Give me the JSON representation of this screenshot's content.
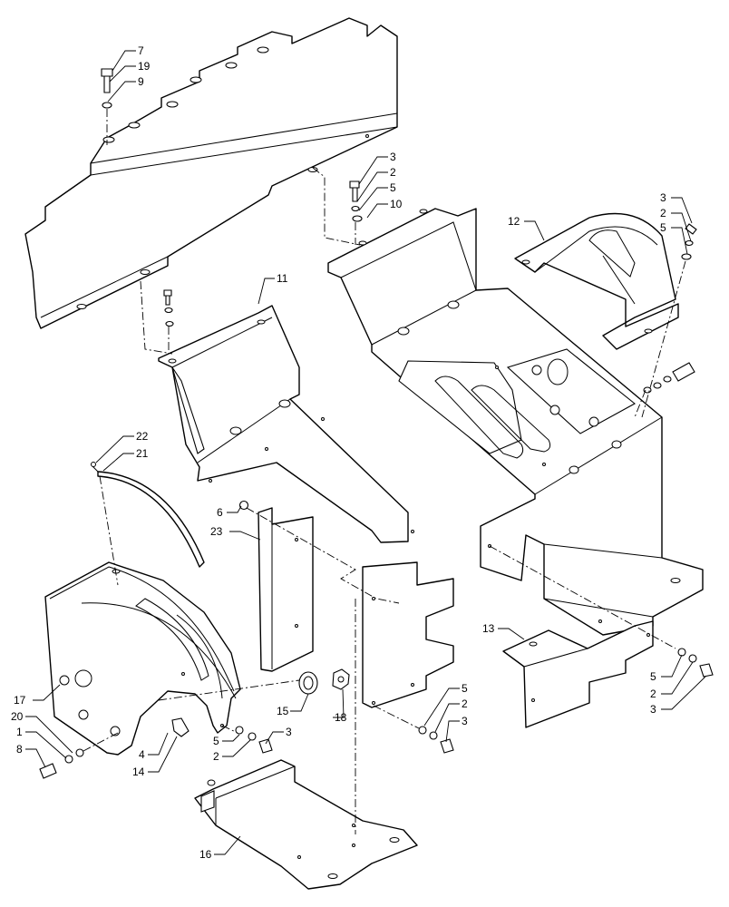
{
  "diagram": {
    "callouts": {
      "c7": "7",
      "c19": "19",
      "c9": "9",
      "c3a": "3",
      "c2a": "2",
      "c5a": "5",
      "c10": "10",
      "c3b": "3",
      "c2b": "2",
      "c5b": "5",
      "c12": "12",
      "c11": "11",
      "c22": "22",
      "c21": "21",
      "c6": "6",
      "c23": "23",
      "c17": "17",
      "c20": "20",
      "c1": "1",
      "c8": "8",
      "c4": "4",
      "c14": "14",
      "c5c": "5",
      "c2c": "2",
      "c3c": "3",
      "c15": "15",
      "c18": "18",
      "c5d": "5",
      "c2d": "2",
      "c3d": "3",
      "c13": "13",
      "c5e": "5",
      "c2e": "2",
      "c3e": "3",
      "c16": "16"
    }
  }
}
